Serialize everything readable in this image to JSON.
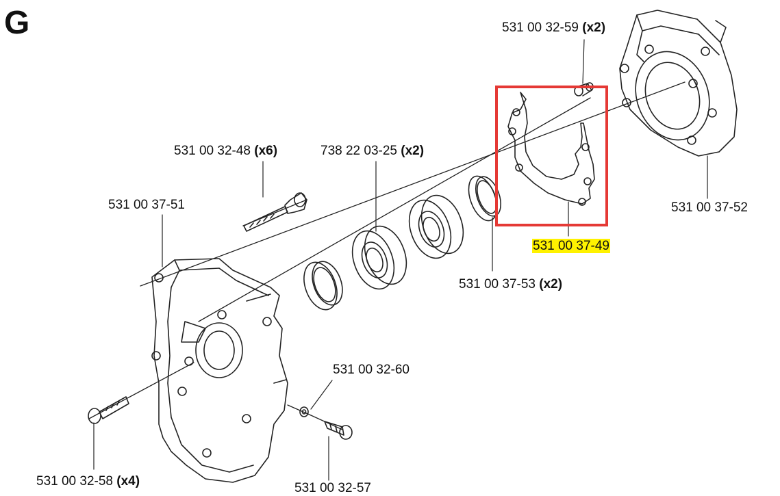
{
  "section_letter": "G",
  "parts": [
    {
      "id": "p1",
      "number": "531 00 32-59",
      "qty": "(x2)"
    },
    {
      "id": "p2",
      "number": "531 00 32-48",
      "qty": "(x6)"
    },
    {
      "id": "p3",
      "number": "738 22 03-25",
      "qty": "(x2)"
    },
    {
      "id": "p4",
      "number": "531 00 37-51",
      "qty": ""
    },
    {
      "id": "p5",
      "number": "531 00 37-52",
      "qty": ""
    },
    {
      "id": "p6",
      "number": "531 00 37-49",
      "qty": ""
    },
    {
      "id": "p7",
      "number": "531 00 37-53",
      "qty": "(x2)"
    },
    {
      "id": "p8",
      "number": "531 00 32-60",
      "qty": ""
    },
    {
      "id": "p9",
      "number": "531 00 32-58",
      "qty": "(x4)"
    },
    {
      "id": "p10",
      "number": "531 00 32-57",
      "qty": ""
    }
  ],
  "highlight": {
    "part": "531 00 37-49",
    "box_color": "#e53935",
    "marker_color": "#fff200"
  }
}
